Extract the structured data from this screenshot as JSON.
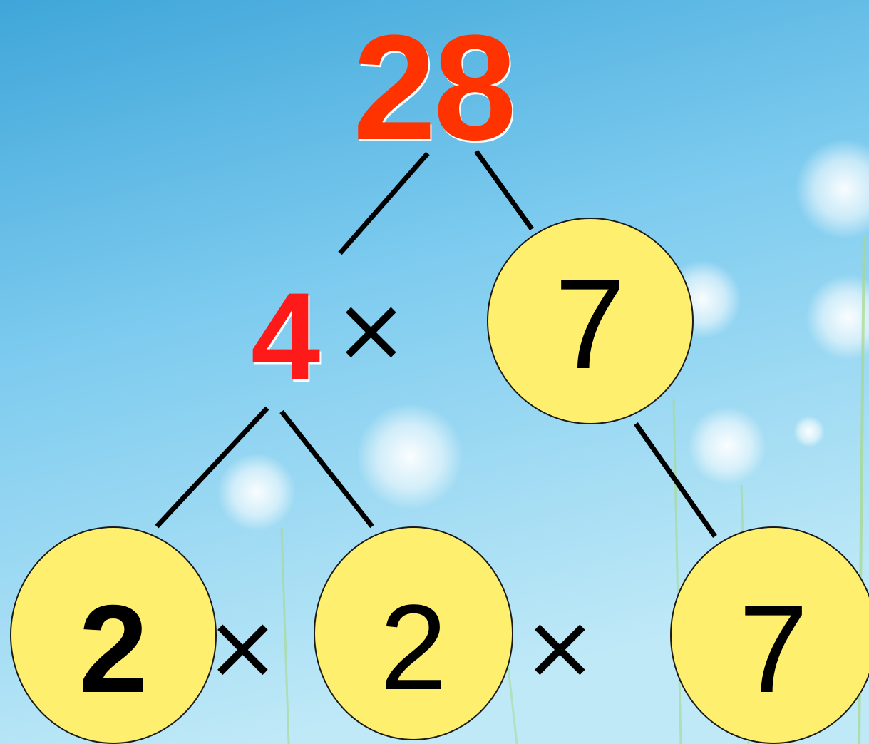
{
  "colors": {
    "sky_top": "#3fa6d9",
    "sky_mid": "#7dcbef",
    "sky_bottom": "#bfe9f7",
    "root_color": "#ff3300",
    "factor_color": "#ff1a1a",
    "circle_fill": "#ffef6e",
    "text": "#000000",
    "line": "#000000"
  },
  "diagram": {
    "root": "28",
    "level1": {
      "left_factor": "4",
      "operator": "×",
      "right_factor": "7"
    },
    "level2": {
      "factors": [
        "2",
        "2",
        "7"
      ],
      "operators": [
        "×",
        "×"
      ]
    }
  }
}
